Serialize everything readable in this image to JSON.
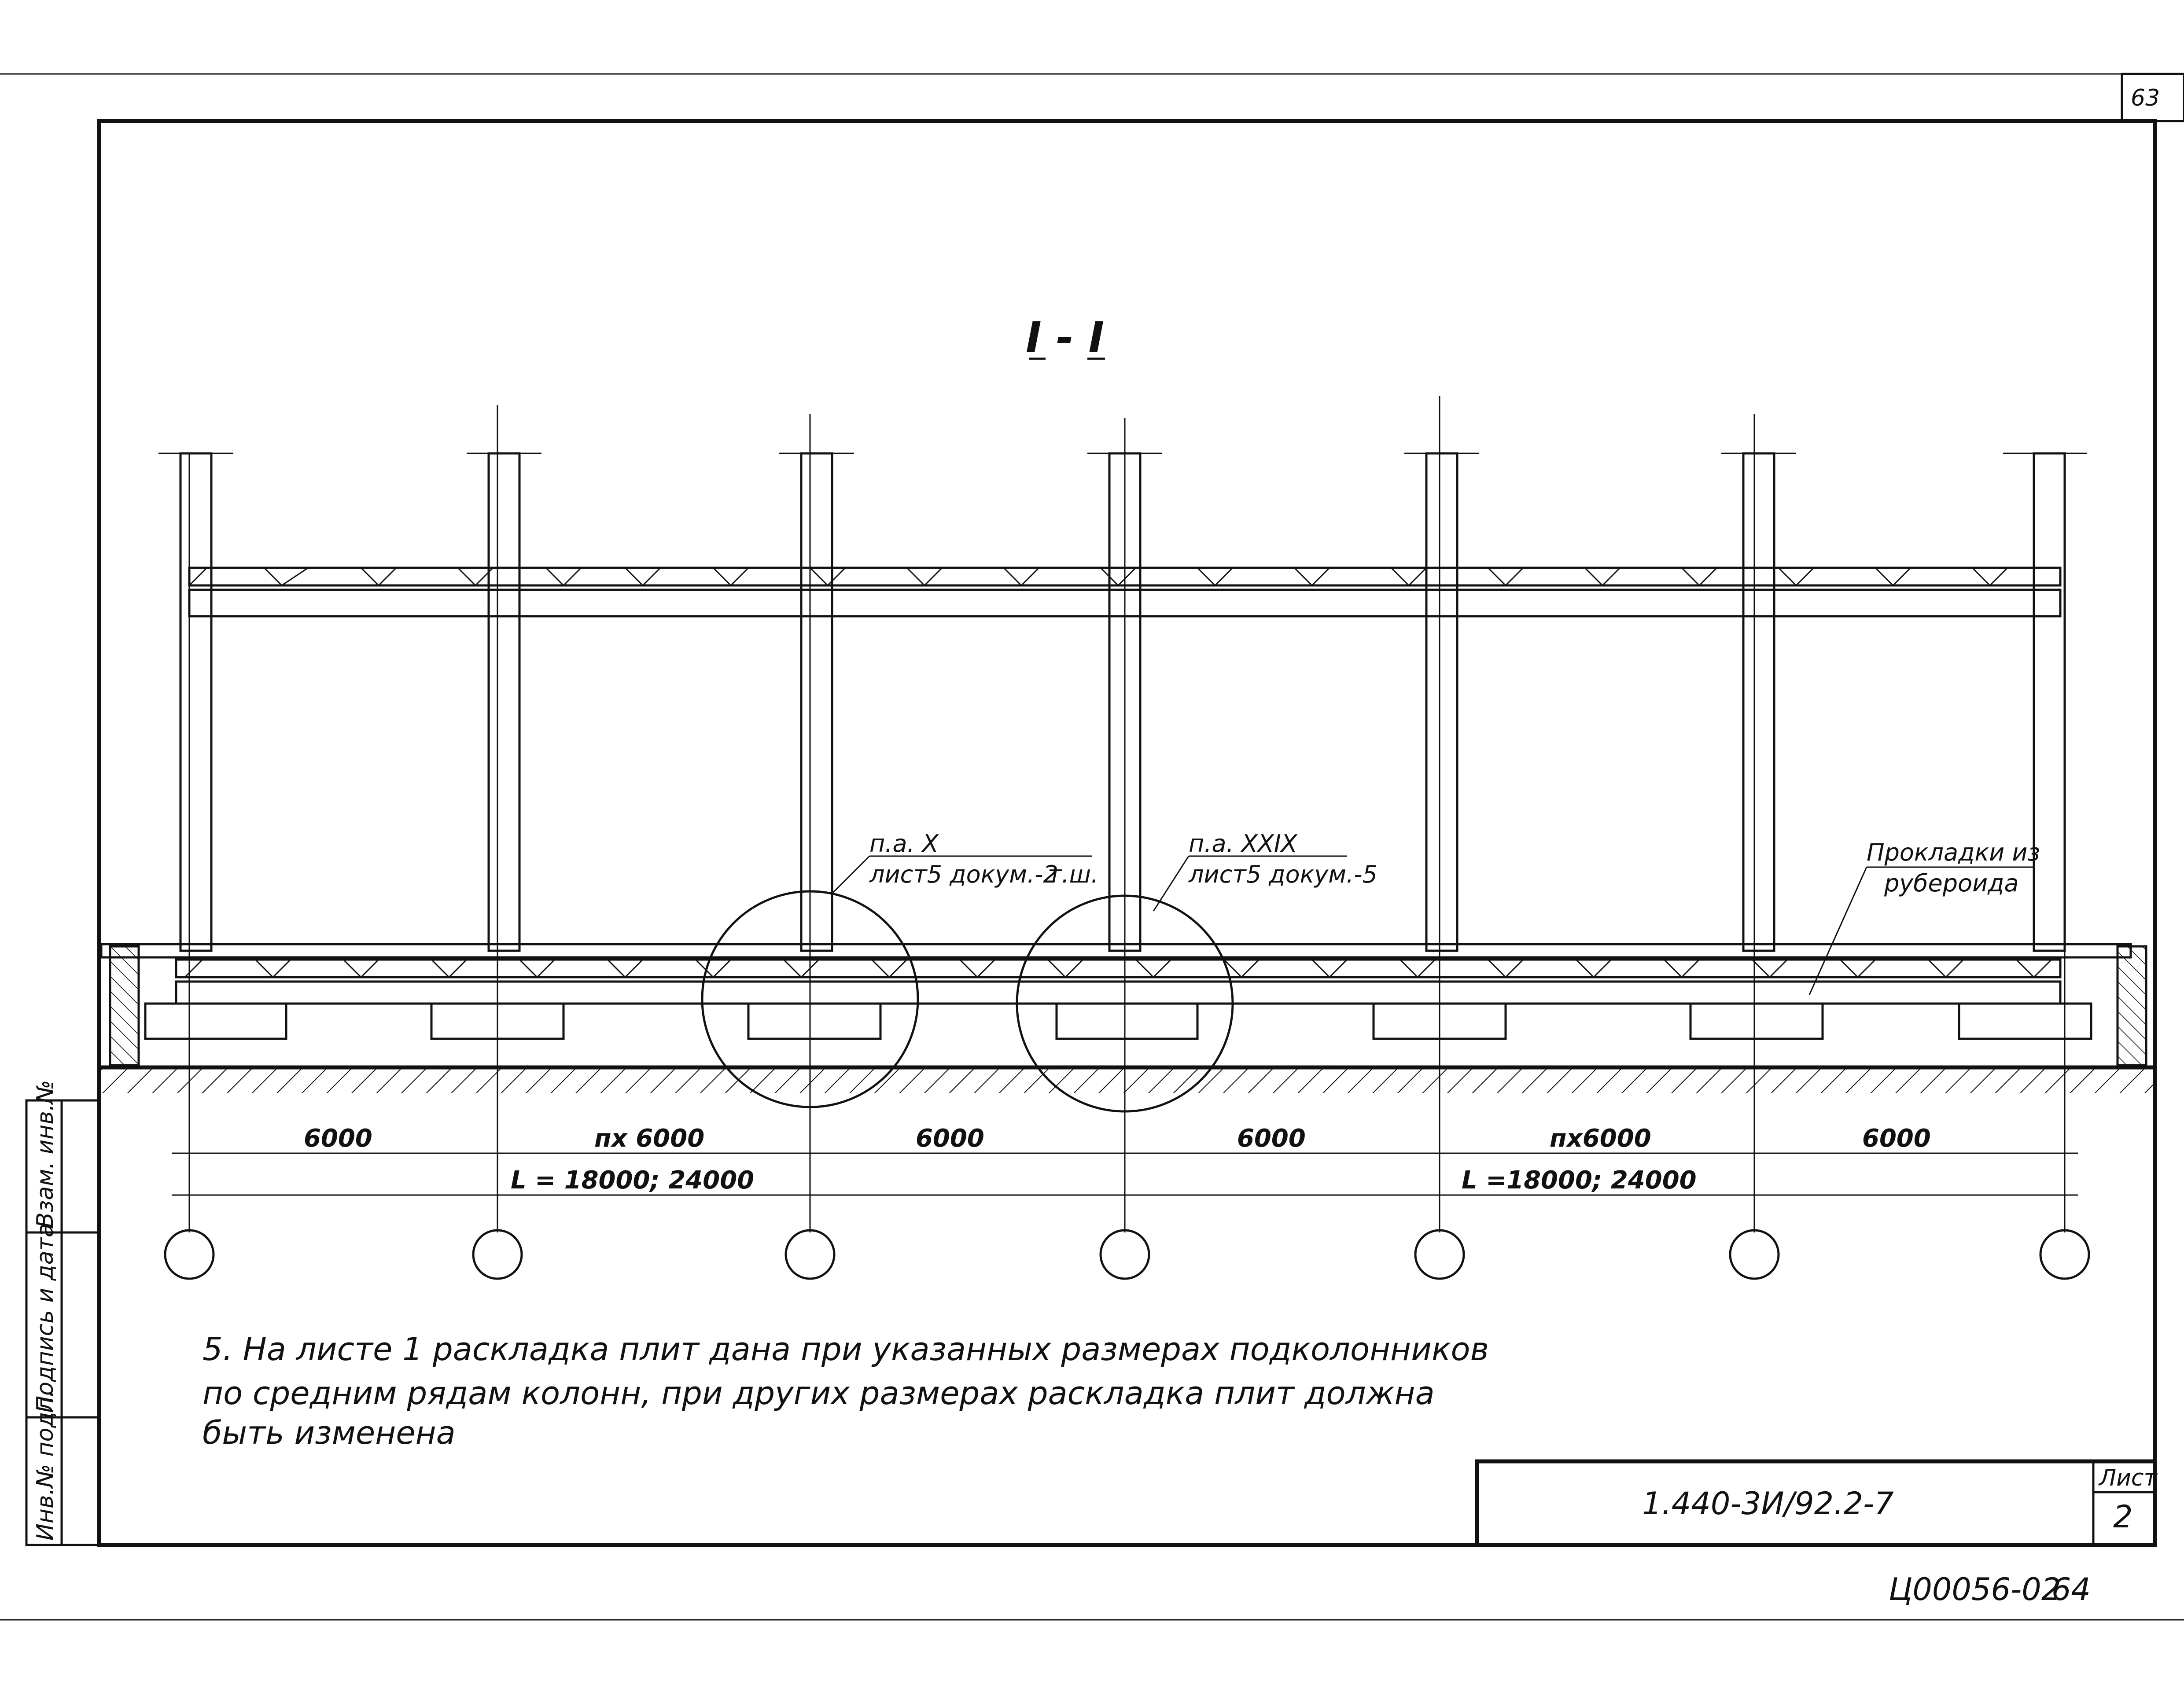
{
  "sheet": {
    "corner_page_number": "63",
    "section_title": "I - I",
    "document_code": "1.440-3И/92.2-7",
    "sheet_label": "Лист",
    "sheet_number": "2",
    "archive_code": "Ц00056-02",
    "archive_page": "64"
  },
  "side_stamp": {
    "inv_no": "Инв.№ подл.",
    "signature_date": "Подпись и дата",
    "replaced_inv": "Взам. инв.№"
  },
  "callouts": {
    "left": {
      "line1": "п.а. X",
      "line2": "лист5 докум.-2",
      "extra": "т.ш."
    },
    "middle": {
      "line1": "п.а. XXIX",
      "line2": "лист5 докум.-5"
    },
    "right": {
      "line1": "Прокладки из",
      "line2": "рубероида"
    }
  },
  "dimensions": {
    "row1": [
      "6000",
      "пх 6000",
      "6000",
      "6000",
      "пх6000",
      "6000"
    ],
    "row2": [
      "L = 18000; 24000",
      "L =18000; 24000"
    ]
  },
  "note": {
    "line1": "5. На листе 1 раскладка плит дана при указанных размерах подколонников",
    "line2": "по средним рядам колонн, при других размерах раскладка плит должна",
    "line3": "быть изменена"
  }
}
